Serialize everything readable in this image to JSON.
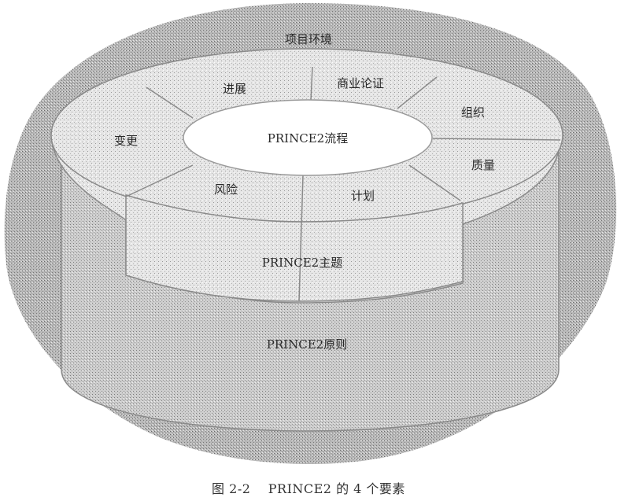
{
  "diagram": {
    "environment_label": "项目环境",
    "principles_label": "PRINCE2原则",
    "themes_label": "PRINCE2主题",
    "processes_label": "PRINCE2流程",
    "themes": [
      {
        "id": "progress",
        "label": "进展"
      },
      {
        "id": "business-case",
        "label": "商业论证"
      },
      {
        "id": "organization",
        "label": "组织"
      },
      {
        "id": "quality",
        "label": "质量"
      },
      {
        "id": "plans",
        "label": "计划"
      },
      {
        "id": "risk",
        "label": "风险"
      },
      {
        "id": "change",
        "label": "变更"
      }
    ],
    "colors": {
      "environment_fill": "#b4b4b4",
      "principles_fill": "#c8c8c8",
      "themes_fill": "#e4e4e4",
      "processes_fill": "#ffffff",
      "line": "#8a8a8a",
      "text": "#2a2a2a"
    }
  },
  "caption": {
    "figure_number": "图 2-2",
    "title": "PRINCE2 的 4 个要素"
  }
}
